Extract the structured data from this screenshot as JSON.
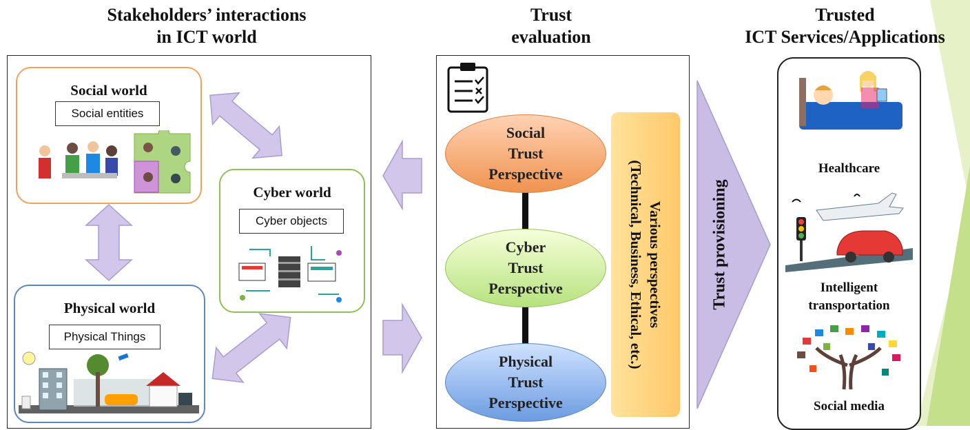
{
  "headings": {
    "stakeholders_line1": "Stakeholders’ interactions",
    "stakeholders_line2": "in ICT world",
    "trust_eval_line1": "Trust",
    "trust_eval_line2": "evaluation",
    "trusted_line1": "Trusted",
    "trusted_line2": "ICT Services/Applications"
  },
  "worlds": {
    "social": {
      "title": "Social world",
      "label": "Social entities"
    },
    "cyber": {
      "title": "Cyber world",
      "label": "Cyber objects"
    },
    "physical": {
      "title": "Physical world",
      "label": "Physical Things"
    }
  },
  "perspectives": {
    "social": [
      "Social",
      "Trust",
      "Perspective"
    ],
    "cyber": [
      "Cyber",
      "Trust",
      "Perspective"
    ],
    "physical": [
      "Physical",
      "Trust",
      "Perspective"
    ],
    "various_line1": "Various perspectives",
    "various_line2": "(Technical, Business, Ethical, etc.)"
  },
  "provisioning": "Trust provisioning",
  "services": {
    "healthcare": "Healthcare",
    "transport_line1": "Intelligent",
    "transport_line2": "transportation",
    "social_media": "Social media"
  },
  "colors": {
    "social_border": "#f0a25a",
    "cyber_border": "#8fbf55",
    "physical_border": "#5b86c0",
    "arrow_fill": "#d2c6ea",
    "arrow_stroke": "#a99bcf",
    "various_fill": "#ffd27a",
    "corner_green": "#c5e08a"
  }
}
